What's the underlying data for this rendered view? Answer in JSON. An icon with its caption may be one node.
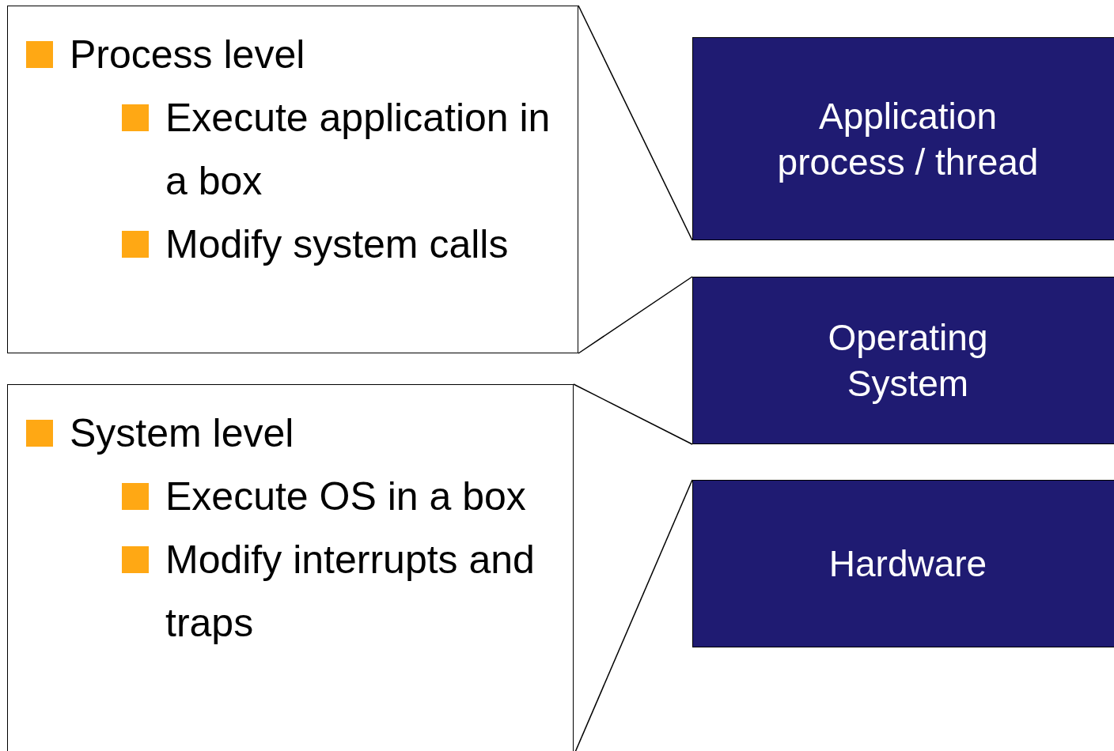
{
  "diagram": {
    "nodes": [
      {
        "text": [
          "Process level",
          "Execute application in a box",
          "Modify system calls"
        ]
      },
      {
        "text": [
          "System level",
          "Execute OS in a box",
          "Modify interrupts and traps"
        ]
      },
      {
        "text": [
          "Application process / thread"
        ]
      },
      {
        "text": [
          "Operating System"
        ]
      },
      {
        "text": [
          "Hardware"
        ]
      }
    ],
    "edges": [
      {
        "from": 0,
        "to": 2,
        "arrow": "none"
      },
      {
        "from": 0,
        "to": 3,
        "arrow": "none"
      },
      {
        "from": 1,
        "to": 3,
        "arrow": "none"
      },
      {
        "from": 1,
        "to": 4,
        "arrow": "none"
      }
    ]
  }
}
